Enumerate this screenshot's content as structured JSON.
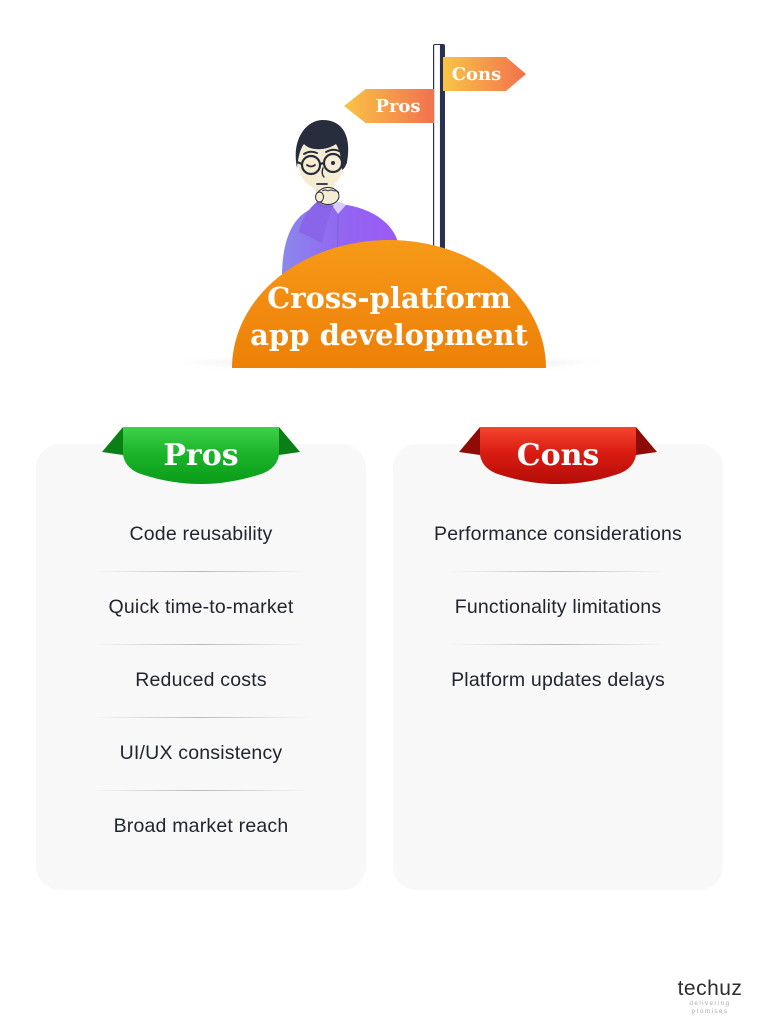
{
  "signpost": {
    "pros_label": "Pros",
    "cons_label": "Cons"
  },
  "dome": {
    "title_line1": "Cross-platform",
    "title_line2": "app development"
  },
  "pros": {
    "header": "Pros",
    "items": [
      "Code reusability",
      "Quick time-to-market",
      "Reduced costs",
      "UI/UX consistency",
      "Broad market reach"
    ]
  },
  "cons": {
    "header": "Cons",
    "items": [
      "Performance considerations",
      "Functionality limitations",
      "Platform updates delays"
    ]
  },
  "footer": {
    "brand": "techuz",
    "tagline": "delivering promises"
  },
  "colors": {
    "dome_orange": "#F18A0F",
    "pros_green_top": "#34CC40",
    "pros_green_bottom": "#0A9C17",
    "pros_wing": "#0B7F15",
    "cons_red_top": "#EF3E27",
    "cons_red_bottom": "#B30D07",
    "cons_wing": "#8E0B06",
    "sign_gradient_start": "#F9C446",
    "sign_gradient_end": "#F2714D",
    "card_bg": "#F8F8F9",
    "item_text": "#212530",
    "shirt_left": "#8B88EC",
    "shirt_right": "#9D59F6"
  }
}
